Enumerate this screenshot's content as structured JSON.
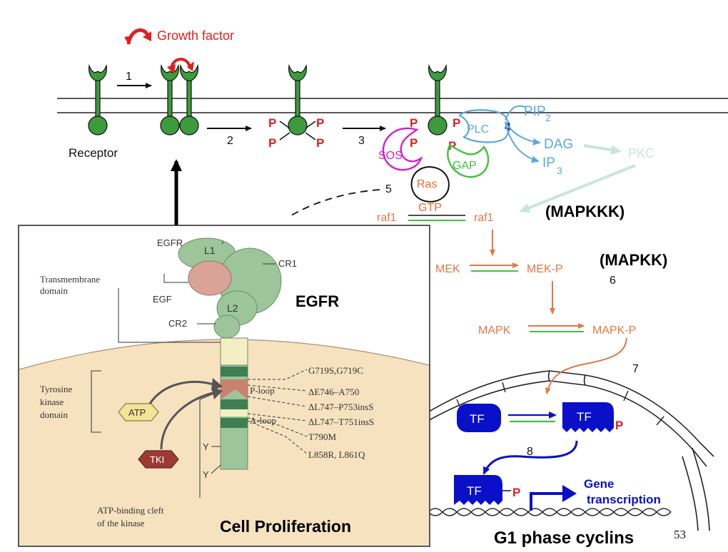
{
  "pathway": {
    "growth_factor": "Growth factor",
    "receptor": "Receptor",
    "steps": [
      "1",
      "2",
      "3",
      "4",
      "5",
      "6",
      "7",
      "8"
    ],
    "phospho": "P",
    "sos": "SOS",
    "plc": "PLC",
    "gap": "GAP",
    "ras": "Ras",
    "gtp": "GTP",
    "pip": "PIP",
    "pip_sub": "2",
    "dag": "DAG",
    "ip": "IP",
    "ip_sub": "3",
    "pkc": "PKC",
    "raf_left": "raf1",
    "raf_right": "raf1",
    "mapkkk": "(MAPKKK)",
    "mek": "MEK",
    "mek_p": "MEK-P",
    "mapkk": "(MAPKK)",
    "mapk": "MAPK",
    "mapk_p": "MAPK-P",
    "tf": "TF",
    "gene": "Gene",
    "transcription": "transcription",
    "g1": "G1 phase cyclins",
    "page_number": "53"
  },
  "inset": {
    "egfr_label": "EGFR",
    "l1": "L1",
    "l2": "L2",
    "cr1": "CR1",
    "cr2": "CR2",
    "egf": "EGF",
    "transmembrane": [
      "Transmembrane",
      "domain"
    ],
    "tyrosine": [
      "Tyrosine",
      "kinase",
      "domain"
    ],
    "atp": "ATP",
    "tki": "TKI",
    "ploop": "P-loop",
    "aloop": "A-loop",
    "y": "Y",
    "atp_cleft": [
      "ATP-binding cleft",
      "of the kinase"
    ],
    "title": "EGFR",
    "caption": "Cell Proliferation",
    "mutations": [
      "G719S,G719C",
      "ΔE746–A750",
      "ΔL747–P753insS",
      "ΔL747–T751insS",
      "T790M",
      "L858R, L861Q"
    ]
  },
  "colors": {
    "receptor_green": "#3d9a3d",
    "phospho_red": "#e02020",
    "sos_magenta": "#d020d0",
    "plc_blue": "#5aa8e0",
    "gap_green": "#40c040",
    "ras_orange": "#e07030",
    "kinase_orange": "#e07848",
    "pkc_pale": "#c8e6dc",
    "tf_navy": "#0a10c8",
    "inset_sand": "#f7e2c0",
    "egfr_green": "#9cc59a"
  }
}
